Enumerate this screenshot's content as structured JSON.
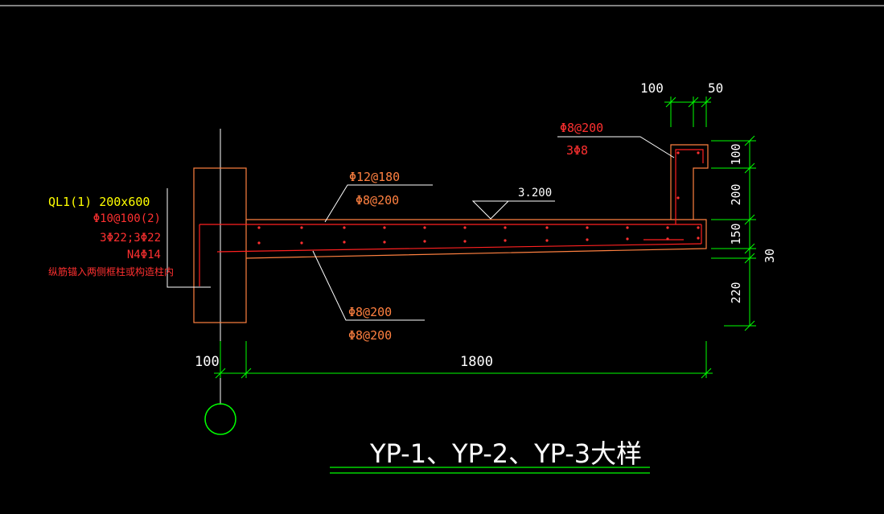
{
  "colors": {
    "background": "#000000",
    "outline": "#ffffff",
    "concrete": "#ff8040",
    "rebar": "#ff2020",
    "dimension": "#00ff00",
    "annotation_yellow": "#ffff00",
    "annotation_red": "#ff3030",
    "leader": "#ffffff"
  },
  "labels": {
    "beam_title": "QL1(1) 200x600",
    "beam_stirrup": "Φ10@100(2)",
    "beam_main_bars": "3Φ22;3Φ22",
    "beam_side_bars": "N4Φ14",
    "beam_note": "纵筋锚入两侧框柱或构造柱内",
    "top_rebar_1": "Φ12@180",
    "top_rebar_2": "Φ8@200",
    "bottom_rebar_1": "Φ8@200",
    "bottom_rebar_2": "Φ8@200",
    "upturn_rebar_1": "Φ8@200",
    "upturn_rebar_2": "3Φ8",
    "elevation": "3.200",
    "title": "YP-1、YP-2、YP-3大样"
  },
  "dimensions": {
    "top_left": "100",
    "top_right": "50",
    "right_1": "100",
    "right_2": "200",
    "right_3": "150",
    "right_4": "220",
    "right_slope": "30",
    "bottom_left": "100",
    "bottom_span": "1800"
  }
}
